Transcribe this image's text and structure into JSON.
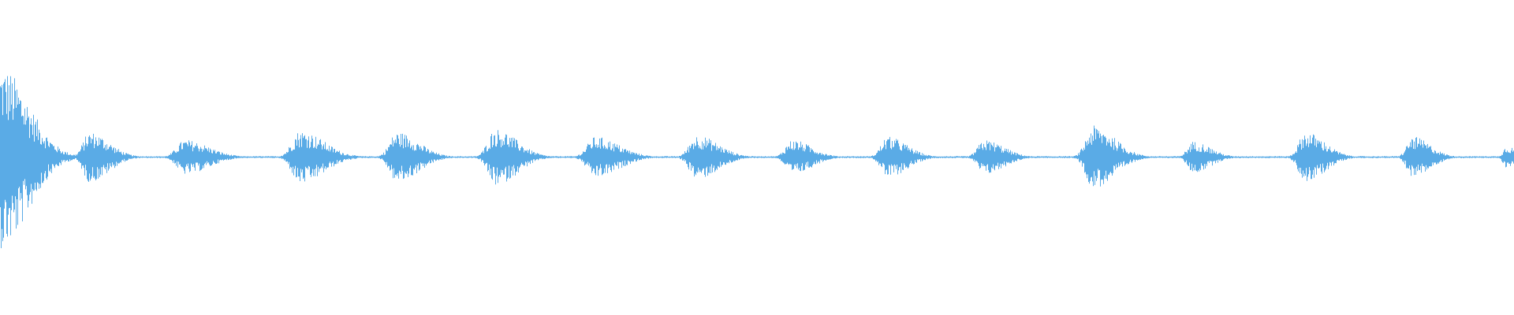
{
  "waveform": {
    "color": "#5aabe6",
    "background": "#ffffff",
    "events": [
      {
        "time": 0.0,
        "amplitude": 0.58,
        "spread": 0.026
      },
      {
        "time": 0.059,
        "amplitude": 0.16,
        "spread": 0.018
      },
      {
        "time": 0.122,
        "amplitude": 0.11,
        "spread": 0.022
      },
      {
        "time": 0.198,
        "amplitude": 0.17,
        "spread": 0.022
      },
      {
        "time": 0.262,
        "amplitude": 0.16,
        "spread": 0.02
      },
      {
        "time": 0.327,
        "amplitude": 0.18,
        "spread": 0.02
      },
      {
        "time": 0.393,
        "amplitude": 0.13,
        "spread": 0.022
      },
      {
        "time": 0.46,
        "amplitude": 0.14,
        "spread": 0.02
      },
      {
        "time": 0.523,
        "amplitude": 0.11,
        "spread": 0.018
      },
      {
        "time": 0.586,
        "amplitude": 0.13,
        "spread": 0.018
      },
      {
        "time": 0.65,
        "amplitude": 0.11,
        "spread": 0.018
      },
      {
        "time": 0.722,
        "amplitude": 0.2,
        "spread": 0.02
      },
      {
        "time": 0.788,
        "amplitude": 0.1,
        "spread": 0.016
      },
      {
        "time": 0.862,
        "amplitude": 0.16,
        "spread": 0.018
      },
      {
        "time": 0.933,
        "amplitude": 0.13,
        "spread": 0.016
      },
      {
        "time": 0.995,
        "amplitude": 0.07,
        "spread": 0.01
      }
    ],
    "noise_floor": 0.006
  }
}
